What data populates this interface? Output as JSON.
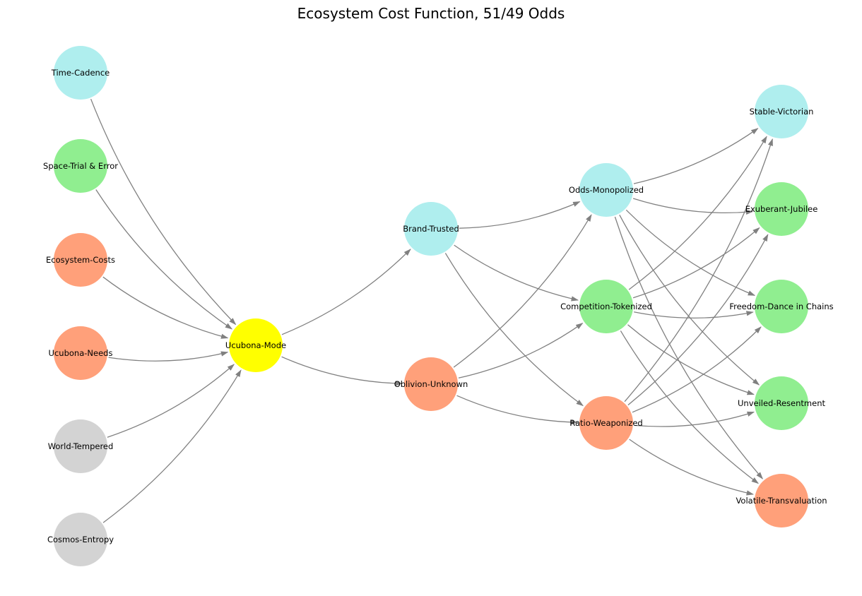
{
  "title": "Ecosystem Cost Function, 51/49 Odds",
  "colors": {
    "gray": "#d3d3d3",
    "salmon": "#ffa07a",
    "green": "#90ee90",
    "cyan": "#afeeee",
    "yellow": "#ffff00",
    "edge": "#808080"
  },
  "nodes": [
    {
      "id": "time-cadence",
      "label": "Time-Cadence",
      "color": "cyan"
    },
    {
      "id": "space-trial-error",
      "label": "Space-Trial & Error",
      "color": "green"
    },
    {
      "id": "ecosystem-costs",
      "label": "Ecosystem-Costs",
      "color": "salmon"
    },
    {
      "id": "ucubona-needs",
      "label": "Ucubona-Needs",
      "color": "salmon"
    },
    {
      "id": "world-tempered",
      "label": "World-Tempered",
      "color": "gray"
    },
    {
      "id": "cosmos-entropy",
      "label": "Cosmos-Entropy",
      "color": "gray"
    },
    {
      "id": "ucubona-mode",
      "label": "Ucubona-Mode",
      "color": "yellow"
    },
    {
      "id": "brand-trusted",
      "label": "Brand-Trusted",
      "color": "cyan"
    },
    {
      "id": "oblivion-unknown",
      "label": "Oblivion-Unknown",
      "color": "salmon"
    },
    {
      "id": "odds-monopolized",
      "label": "Odds-Monopolized",
      "color": "cyan"
    },
    {
      "id": "competition-tokenized",
      "label": "Competition-Tokenized",
      "color": "green"
    },
    {
      "id": "ratio-weaponized",
      "label": "Ratio-Weaponized",
      "color": "salmon"
    },
    {
      "id": "stable-victorian",
      "label": "Stable-Victorian",
      "color": "cyan"
    },
    {
      "id": "exuberant-jubilee",
      "label": "Exuberant-Jubilee",
      "color": "green"
    },
    {
      "id": "freedom-dance",
      "label": "Freedom-Dance in Chains",
      "color": "green"
    },
    {
      "id": "unveiled-resentment",
      "label": "Unveiled-Resentment",
      "color": "green"
    },
    {
      "id": "volatile-transvaluation",
      "label": "Volatile-Transvaluation",
      "color": "salmon"
    }
  ],
  "edges": [
    [
      "time-cadence",
      "ucubona-mode"
    ],
    [
      "space-trial-error",
      "ucubona-mode"
    ],
    [
      "ecosystem-costs",
      "ucubona-mode"
    ],
    [
      "ucubona-needs",
      "ucubona-mode"
    ],
    [
      "world-tempered",
      "ucubona-mode"
    ],
    [
      "cosmos-entropy",
      "ucubona-mode"
    ],
    [
      "ucubona-mode",
      "brand-trusted"
    ],
    [
      "ucubona-mode",
      "oblivion-unknown"
    ],
    [
      "brand-trusted",
      "odds-monopolized"
    ],
    [
      "brand-trusted",
      "competition-tokenized"
    ],
    [
      "brand-trusted",
      "ratio-weaponized"
    ],
    [
      "oblivion-unknown",
      "odds-monopolized"
    ],
    [
      "oblivion-unknown",
      "competition-tokenized"
    ],
    [
      "oblivion-unknown",
      "ratio-weaponized"
    ],
    [
      "odds-monopolized",
      "stable-victorian"
    ],
    [
      "odds-monopolized",
      "exuberant-jubilee"
    ],
    [
      "odds-monopolized",
      "freedom-dance"
    ],
    [
      "odds-monopolized",
      "unveiled-resentment"
    ],
    [
      "odds-monopolized",
      "volatile-transvaluation"
    ],
    [
      "competition-tokenized",
      "stable-victorian"
    ],
    [
      "competition-tokenized",
      "exuberant-jubilee"
    ],
    [
      "competition-tokenized",
      "freedom-dance"
    ],
    [
      "competition-tokenized",
      "unveiled-resentment"
    ],
    [
      "competition-tokenized",
      "volatile-transvaluation"
    ],
    [
      "ratio-weaponized",
      "stable-victorian"
    ],
    [
      "ratio-weaponized",
      "exuberant-jubilee"
    ],
    [
      "ratio-weaponized",
      "freedom-dance"
    ],
    [
      "ratio-weaponized",
      "unveiled-resentment"
    ],
    [
      "ratio-weaponized",
      "volatile-transvaluation"
    ]
  ]
}
